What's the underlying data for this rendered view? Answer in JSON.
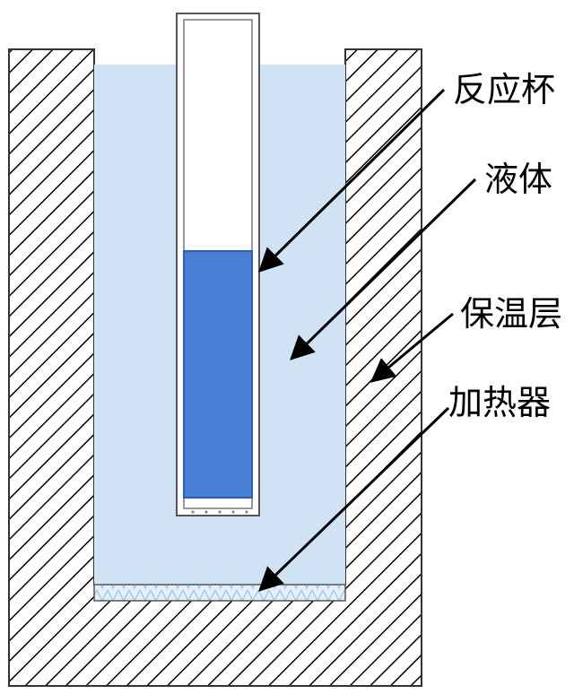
{
  "labels": {
    "reaction_cup": "反应杯",
    "liquid": "液体",
    "insulation_layer": "保温层",
    "heater": "加热器"
  },
  "colors": {
    "liquid": "#cfe3f4",
    "sample": "#4a7fd8",
    "hatch": "#000000",
    "outline": "#444444",
    "heater": "#e2eef8"
  }
}
